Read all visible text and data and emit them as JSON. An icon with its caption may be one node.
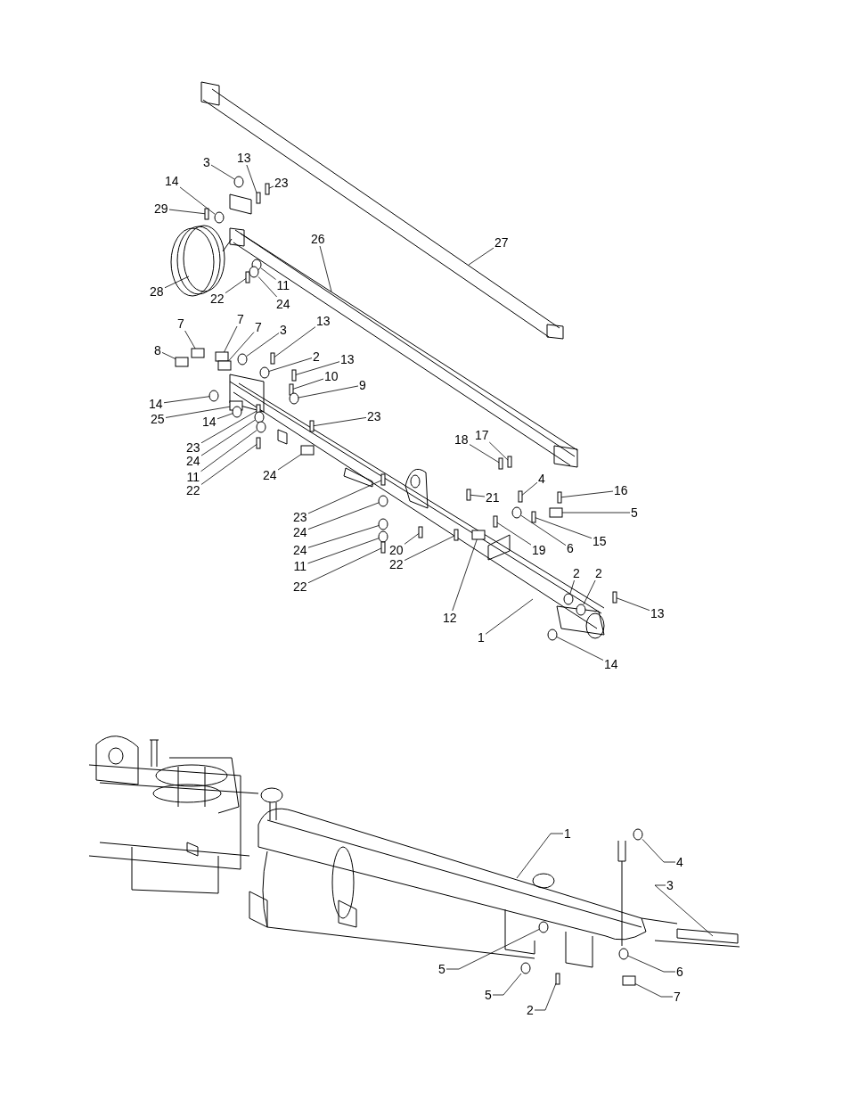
{
  "diagram": {
    "nodes": [
      {
        "text": [
          "3"
        ]
      },
      {
        "text": [
          "13"
        ]
      },
      {
        "text": [
          "23"
        ]
      },
      {
        "text": [
          "14"
        ]
      },
      {
        "text": [
          "29"
        ]
      },
      {
        "text": [
          "26"
        ]
      },
      {
        "text": [
          "27"
        ]
      },
      {
        "text": [
          "28"
        ]
      },
      {
        "text": [
          "22"
        ]
      },
      {
        "text": [
          "11"
        ]
      },
      {
        "text": [
          "24"
        ]
      },
      {
        "text": [
          "7"
        ]
      },
      {
        "text": [
          "7"
        ]
      },
      {
        "text": [
          "7"
        ]
      },
      {
        "text": [
          "3"
        ]
      },
      {
        "text": [
          "8"
        ]
      },
      {
        "text": [
          "13"
        ]
      },
      {
        "text": [
          "2"
        ]
      },
      {
        "text": [
          "13"
        ]
      },
      {
        "text": [
          "10"
        ]
      },
      {
        "text": [
          "9"
        ]
      },
      {
        "text": [
          "14"
        ]
      },
      {
        "text": [
          "25"
        ]
      },
      {
        "text": [
          "14"
        ]
      },
      {
        "text": [
          "23"
        ]
      },
      {
        "text": [
          "23"
        ]
      },
      {
        "text": [
          "24"
        ]
      },
      {
        "text": [
          "11"
        ]
      },
      {
        "text": [
          "22"
        ]
      },
      {
        "text": [
          "24"
        ]
      },
      {
        "text": [
          "17"
        ]
      },
      {
        "text": [
          "18"
        ]
      },
      {
        "text": [
          "4"
        ]
      },
      {
        "text": [
          "16"
        ]
      },
      {
        "text": [
          "5"
        ]
      },
      {
        "text": [
          "15"
        ]
      },
      {
        "text": [
          "6"
        ]
      },
      {
        "text": [
          "19"
        ]
      },
      {
        "text": [
          "21"
        ]
      },
      {
        "text": [
          "20"
        ]
      },
      {
        "text": [
          "22"
        ]
      },
      {
        "text": [
          "12"
        ]
      },
      {
        "text": [
          "1"
        ]
      },
      {
        "text": [
          "2"
        ]
      },
      {
        "text": [
          "2"
        ]
      },
      {
        "text": [
          "13"
        ]
      },
      {
        "text": [
          "14"
        ]
      },
      {
        "text": [
          "23"
        ]
      },
      {
        "text": [
          "24"
        ]
      },
      {
        "text": [
          "24"
        ]
      },
      {
        "text": [
          "11"
        ]
      },
      {
        "text": [
          "22"
        ]
      },
      {
        "text": [
          "1"
        ]
      },
      {
        "text": [
          "4"
        ]
      },
      {
        "text": [
          "3"
        ]
      },
      {
        "text": [
          "5"
        ]
      },
      {
        "text": [
          "6"
        ]
      },
      {
        "text": [
          "5"
        ]
      },
      {
        "text": [
          "7"
        ]
      },
      {
        "text": [
          "2"
        ]
      },
      {
        "text": [],
        "shape": "circle"
      },
      {
        "text": [],
        "shape": "bar"
      },
      {
        "text": [],
        "shape": "bar"
      },
      {
        "text": [],
        "shape": "circle"
      },
      {
        "text": [],
        "shape": "bar"
      },
      {
        "text": [],
        "shape": "bar"
      },
      {
        "text": [],
        "shape": "circle"
      },
      {
        "text": [],
        "shape": "circle"
      },
      {
        "text": [],
        "shape": "box"
      },
      {
        "text": [],
        "shape": "box"
      },
      {
        "text": [],
        "shape": "box"
      },
      {
        "text": [],
        "shape": "circle"
      },
      {
        "text": [],
        "shape": "bar"
      },
      {
        "text": [],
        "shape": "circle"
      },
      {
        "text": [],
        "shape": "bar"
      },
      {
        "text": [],
        "shape": "bar"
      },
      {
        "text": [],
        "shape": "circle"
      },
      {
        "text": [],
        "shape": "circle"
      },
      {
        "text": [],
        "shape": "box"
      },
      {
        "text": [],
        "shape": "circle"
      },
      {
        "text": [],
        "shape": "bar"
      },
      {
        "text": [],
        "shape": "bar"
      },
      {
        "text": [],
        "shape": "circle"
      },
      {
        "text": [],
        "shape": "circle"
      },
      {
        "text": [],
        "shape": "bar"
      },
      {
        "text": [],
        "shape": "box"
      },
      {
        "text": [],
        "shape": "bar"
      },
      {
        "text": [],
        "shape": "bar"
      },
      {
        "text": [],
        "shape": "bar"
      },
      {
        "text": [],
        "shape": "bar"
      },
      {
        "text": [],
        "shape": "box"
      },
      {
        "text": [],
        "shape": "bar"
      },
      {
        "text": [],
        "shape": "circle"
      },
      {
        "text": [],
        "shape": "bar"
      },
      {
        "text": [],
        "shape": "bar"
      },
      {
        "text": [],
        "shape": "bar"
      },
      {
        "text": [],
        "shape": "bar"
      },
      {
        "text": [],
        "shape": "box"
      },
      {
        "text": [],
        "shape": "circle"
      },
      {
        "text": [],
        "shape": "circle"
      },
      {
        "text": [],
        "shape": "bar"
      },
      {
        "text": [],
        "shape": "circle"
      },
      {
        "text": [],
        "shape": "bar"
      },
      {
        "text": [],
        "shape": "circle"
      },
      {
        "text": [],
        "shape": "circle"
      },
      {
        "text": [],
        "shape": "circle"
      },
      {
        "text": [],
        "shape": "bar"
      },
      {
        "text": [],
        "shape": "circle"
      },
      {
        "text": [],
        "shape": "circle"
      },
      {
        "text": [],
        "shape": "circle"
      },
      {
        "text": [],
        "shape": "circle"
      },
      {
        "text": [],
        "shape": "box"
      },
      {
        "text": [],
        "shape": "bar"
      },
      {
        "text": [],
        "shape": "box"
      }
    ],
    "edges": [
      {
        "from": 0,
        "to": 60,
        "arrow": "none"
      },
      {
        "from": 1,
        "to": 61,
        "arrow": "none"
      },
      {
        "from": 2,
        "to": 62,
        "arrow": "none"
      },
      {
        "from": 3,
        "to": 63,
        "arrow": "none"
      },
      {
        "from": 4,
        "to": 64,
        "arrow": "none"
      },
      {
        "from": 5,
        "to": null,
        "arrow": "none"
      },
      {
        "from": 6,
        "to": null,
        "arrow": "none"
      },
      {
        "from": 7,
        "to": null,
        "arrow": "none"
      },
      {
        "from": 8,
        "to": 65,
        "arrow": "none"
      },
      {
        "from": 9,
        "to": 66,
        "arrow": "none"
      },
      {
        "from": 10,
        "to": 67,
        "arrow": "none"
      },
      {
        "from": 11,
        "to": 68,
        "arrow": "none"
      },
      {
        "from": 12,
        "to": 69,
        "arrow": "none"
      },
      {
        "from": 13,
        "to": 70,
        "arrow": "none"
      },
      {
        "from": 14,
        "to": 71,
        "arrow": "none"
      },
      {
        "from": 15,
        "to": 113,
        "arrow": "none"
      },
      {
        "from": 16,
        "to": 72,
        "arrow": "none"
      },
      {
        "from": 17,
        "to": 73,
        "arrow": "none"
      },
      {
        "from": 18,
        "to": 74,
        "arrow": "none"
      },
      {
        "from": 19,
        "to": 75,
        "arrow": "none"
      },
      {
        "from": 20,
        "to": 76,
        "arrow": "none"
      },
      {
        "from": 21,
        "to": 77,
        "arrow": "none"
      },
      {
        "from": 22,
        "to": 78,
        "arrow": "none"
      },
      {
        "from": 23,
        "to": 79,
        "arrow": "none"
      },
      {
        "from": 24,
        "to": 80,
        "arrow": "none"
      },
      {
        "from": 25,
        "to": 81,
        "arrow": "none"
      },
      {
        "from": 26,
        "to": 82,
        "arrow": "none"
      },
      {
        "from": 27,
        "to": 83,
        "arrow": "none"
      },
      {
        "from": 28,
        "to": 84,
        "arrow": "none"
      },
      {
        "from": 29,
        "to": 85,
        "arrow": "none"
      },
      {
        "from": 30,
        "to": 86,
        "arrow": "none"
      },
      {
        "from": 31,
        "to": 87,
        "arrow": "none"
      },
      {
        "from": 32,
        "to": 88,
        "arrow": "none"
      },
      {
        "from": 33,
        "to": 89,
        "arrow": "none"
      },
      {
        "from": 34,
        "to": 90,
        "arrow": "none"
      },
      {
        "from": 35,
        "to": 91,
        "arrow": "none"
      },
      {
        "from": 36,
        "to": 92,
        "arrow": "none"
      },
      {
        "from": 37,
        "to": 93,
        "arrow": "none"
      },
      {
        "from": 38,
        "to": 94,
        "arrow": "none"
      },
      {
        "from": 39,
        "to": 95,
        "arrow": "none"
      },
      {
        "from": 40,
        "to": 96,
        "arrow": "none"
      },
      {
        "from": 41,
        "to": 97,
        "arrow": "none"
      },
      {
        "from": 42,
        "to": null,
        "arrow": "none"
      },
      {
        "from": 43,
        "to": 98,
        "arrow": "none"
      },
      {
        "from": 44,
        "to": 99,
        "arrow": "none"
      },
      {
        "from": 45,
        "to": 100,
        "arrow": "none"
      },
      {
        "from": 46,
        "to": 101,
        "arrow": "none"
      },
      {
        "from": 47,
        "to": 102,
        "arrow": "none"
      },
      {
        "from": 48,
        "to": 103,
        "arrow": "none"
      },
      {
        "from": 49,
        "to": 104,
        "arrow": "none"
      },
      {
        "from": 50,
        "to": 105,
        "arrow": "none"
      },
      {
        "from": 51,
        "to": 106,
        "arrow": "none"
      },
      {
        "from": 52,
        "to": null,
        "arrow": "none"
      },
      {
        "from": 53,
        "to": 107,
        "arrow": "none"
      },
      {
        "from": 54,
        "to": null,
        "arrow": "none"
      },
      {
        "from": 55,
        "to": 108,
        "arrow": "none"
      },
      {
        "from": 56,
        "to": 109,
        "arrow": "none"
      },
      {
        "from": 57,
        "to": 110,
        "arrow": "none"
      },
      {
        "from": 58,
        "to": 111,
        "arrow": "none"
      },
      {
        "from": 59,
        "to": 112,
        "arrow": "none"
      }
    ]
  }
}
